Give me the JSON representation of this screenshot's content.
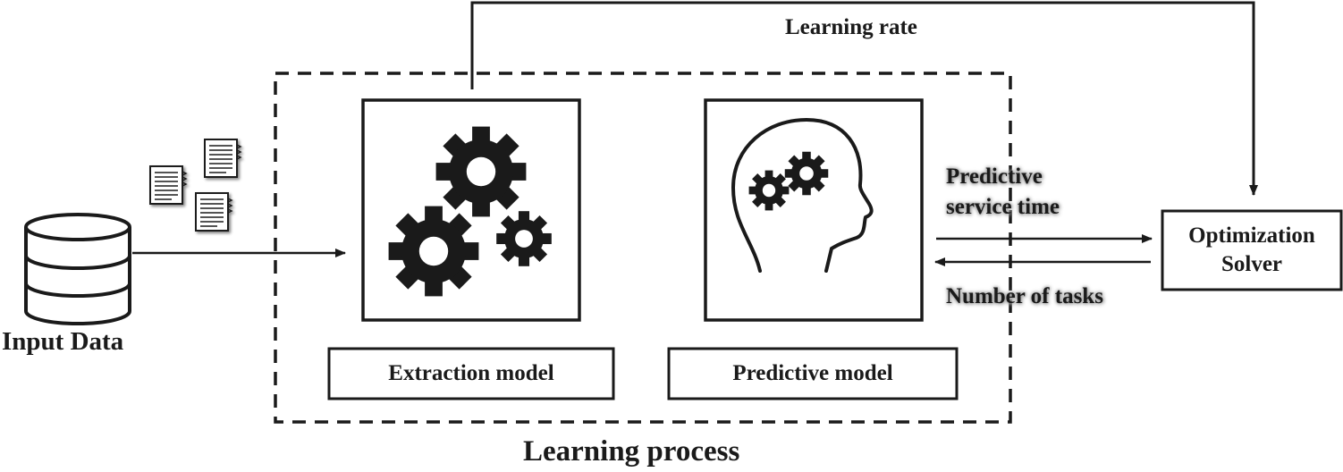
{
  "labels": {
    "learning_rate": "Learning rate",
    "input_data": "Input Data",
    "learning_process": "Learning process",
    "predictive_service_time_line1": "Predictive",
    "predictive_service_time_line2": "service time",
    "number_of_tasks": "Number of tasks"
  },
  "boxes": {
    "extraction_model": "Extraction model",
    "predictive_model": "Predictive model",
    "optimization_solver_line1": "Optimization",
    "optimization_solver_line2": "Solver"
  },
  "icons": {
    "input": "database-icon",
    "documents": "document-icon",
    "extraction": "gears-icon",
    "predictive": "head-gears-icon"
  },
  "colors": {
    "stroke": "#1a1a1a",
    "background": "#ffffff"
  }
}
